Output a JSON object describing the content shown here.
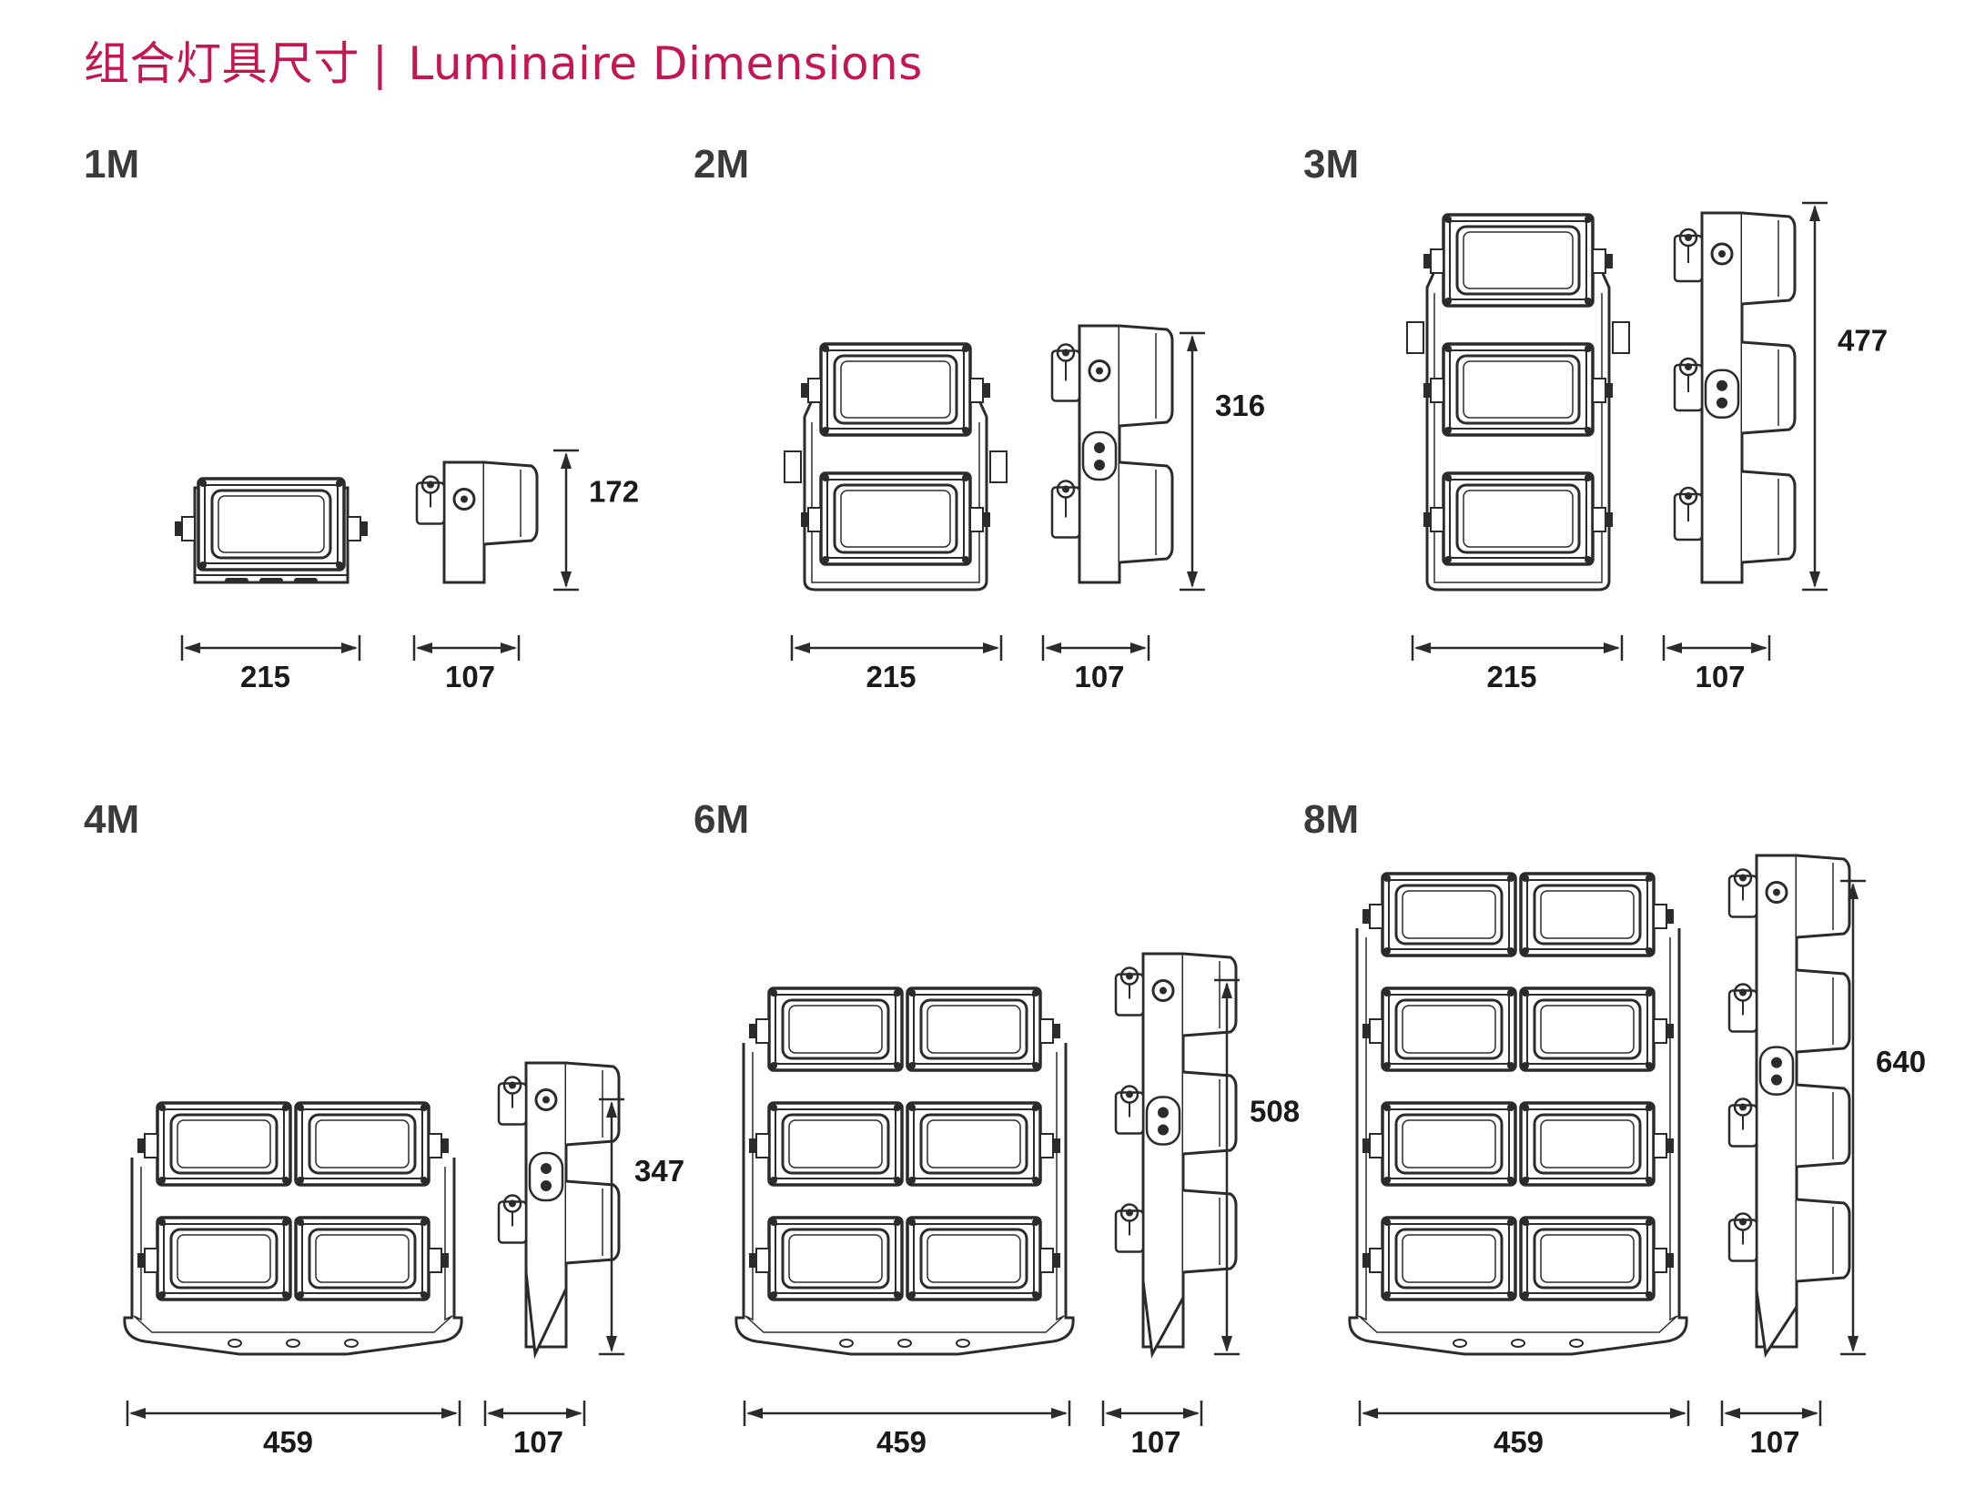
{
  "title": {
    "zh": "组合灯具尺寸",
    "separator": "|",
    "en": "Luminaire Dimensions",
    "color": "#c4174f"
  },
  "models": [
    {
      "label": "1M",
      "modules": 1,
      "columns": 1,
      "width": "215",
      "depth": "107",
      "height": "172"
    },
    {
      "label": "2M",
      "modules": 2,
      "columns": 1,
      "width": "215",
      "depth": "107",
      "height": "316"
    },
    {
      "label": "3M",
      "modules": 3,
      "columns": 1,
      "width": "215",
      "depth": "107",
      "height": "477"
    },
    {
      "label": "4M",
      "modules": 4,
      "columns": 2,
      "width": "459",
      "depth": "107",
      "height": "347"
    },
    {
      "label": "6M",
      "modules": 6,
      "columns": 2,
      "width": "459",
      "depth": "107",
      "height": "508"
    },
    {
      "label": "8M",
      "modules": 8,
      "columns": 2,
      "width": "459",
      "depth": "107",
      "height": "640"
    }
  ]
}
